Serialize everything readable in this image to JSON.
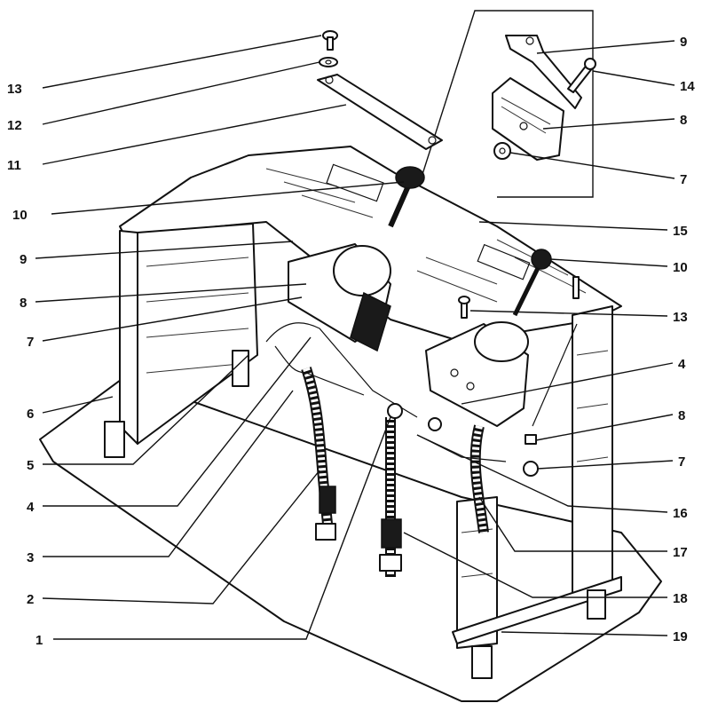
{
  "diagram": {
    "callouts": [
      {
        "text": "13"
      },
      {
        "text": "12"
      },
      {
        "text": "11"
      },
      {
        "text": "10"
      },
      {
        "text": "9"
      },
      {
        "text": "8"
      },
      {
        "text": "7"
      },
      {
        "text": "6"
      },
      {
        "text": "5"
      },
      {
        "text": "4"
      },
      {
        "text": "3"
      },
      {
        "text": "2"
      },
      {
        "text": "1"
      },
      {
        "text": "9"
      },
      {
        "text": "14"
      },
      {
        "text": "8"
      },
      {
        "text": "7"
      },
      {
        "text": "15"
      },
      {
        "text": "10"
      },
      {
        "text": "13"
      },
      {
        "text": "4"
      },
      {
        "text": "8"
      },
      {
        "text": "7"
      },
      {
        "text": "16"
      },
      {
        "text": "17"
      },
      {
        "text": "18"
      },
      {
        "text": "19"
      }
    ]
  }
}
